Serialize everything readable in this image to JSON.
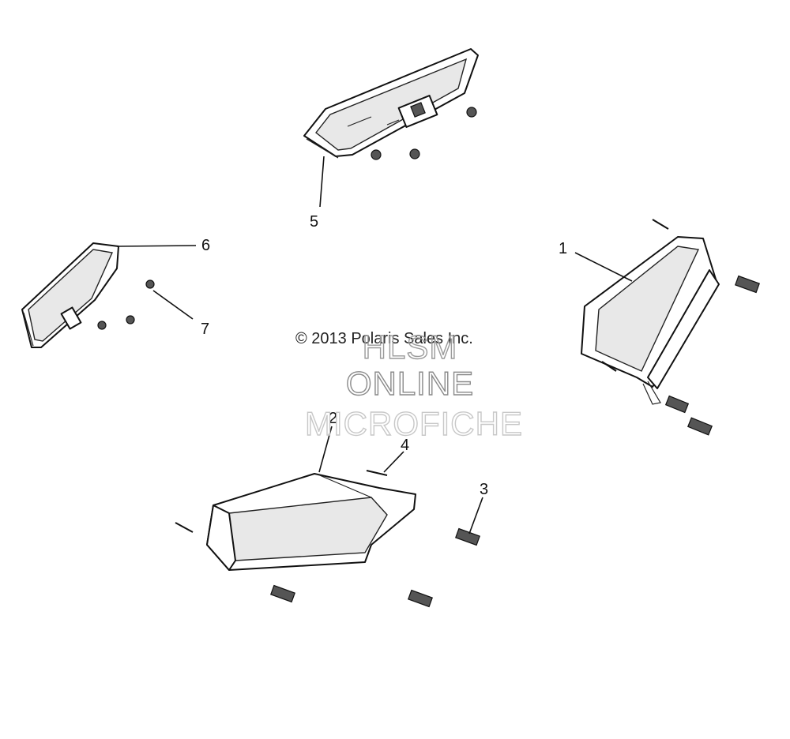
{
  "copyright": "© 2013 Polaris Sales Inc.",
  "watermark": [
    "HLSM",
    "ONLINE",
    "MICROFICHE"
  ],
  "callouts": [
    "1",
    "2",
    "3",
    "4",
    "5",
    "6",
    "7"
  ],
  "colors": {
    "line": "#111111",
    "background": "#ffffff",
    "watermark": "#9a9a9a"
  }
}
